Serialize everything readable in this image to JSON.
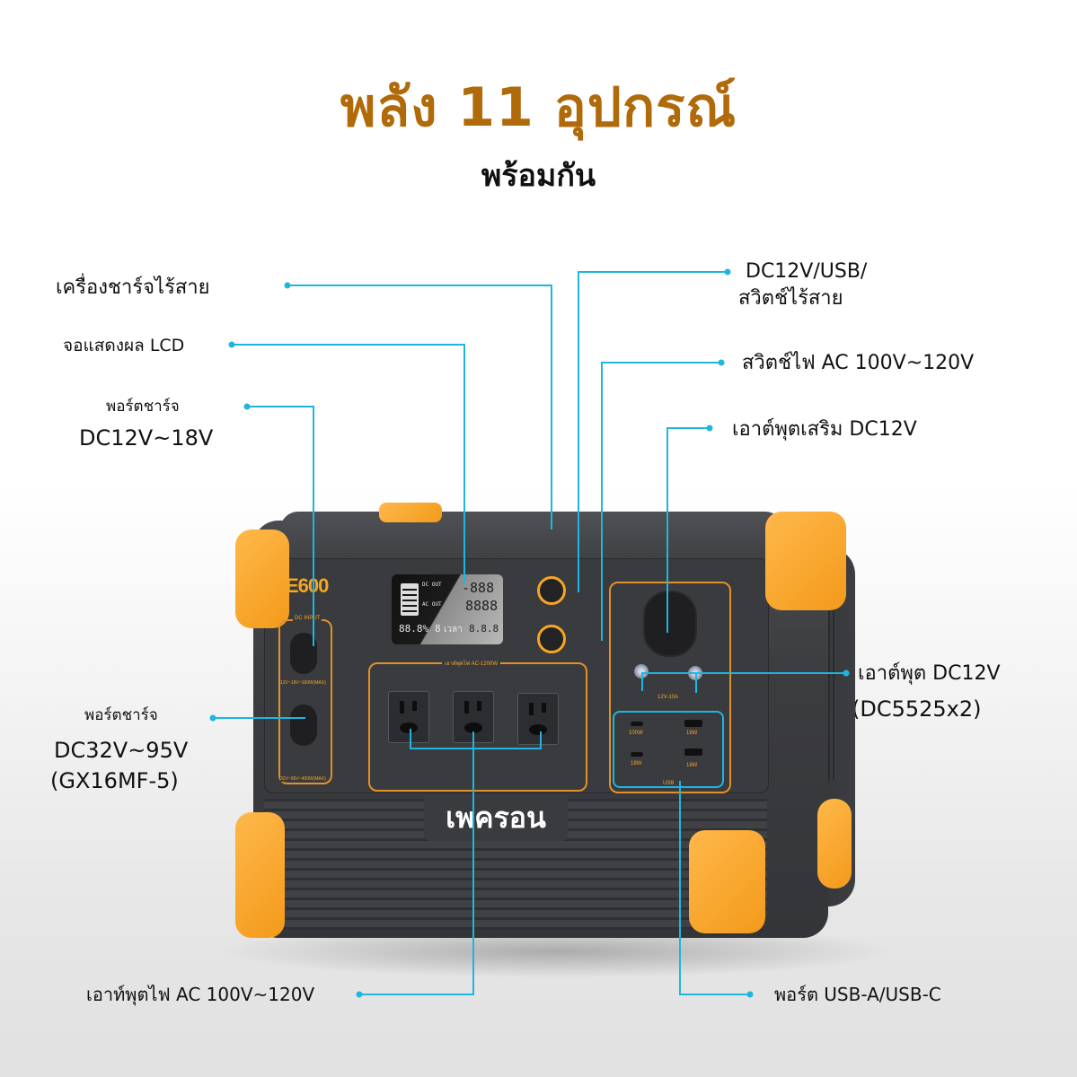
{
  "header": {
    "title": "พลัง 11 อุปกรณ์",
    "subtitle": "พร้อมกัน"
  },
  "callouts": {
    "wireless_charger": "เครื่องชาร์จไร้สาย",
    "lcd_display": "จอแสดงผล LCD",
    "charge_port_1": {
      "line1": "พอร์ตชาร์จ",
      "line2": "DC12V~18V"
    },
    "charge_port_2": {
      "line1": "พอร์ตชาร์จ",
      "line2": "DC32V~95V",
      "line3": "(GX16MF-5)"
    },
    "ac_outlet": "เอาท์พุตไฟ AC 100V~120V",
    "dc_usb_switch": {
      "line1": "DC12V/USB/",
      "line2": "สวิตช์ไร้สาย"
    },
    "ac_switch": "สวิตช์ไฟ AC 100V~120V",
    "dc_accessory": "เอาต์พุตเสริม DC12V",
    "dc_output": {
      "line1": "เอาต์พุต DC12V",
      "line2": "(DC5525x2)"
    },
    "usb_ports": "พอร์ต USB-A/USB-C"
  },
  "device": {
    "model": "E600",
    "brand_badge": "เพครอน",
    "lcd": {
      "battery": "88.8%",
      "digit": "8",
      "time_label": "เวลา",
      "time": "8.8.8",
      "watts": "-888",
      "volts": "8888",
      "dc_out": "DC OUT",
      "ac_out": "AC OUT"
    },
    "dc_input_label": "DC INPUT",
    "dc_input_spec_1": "12V~18V~160W(MAX)",
    "dc_input_spec_2": "32V~95V~400W(MAX)",
    "ac_panel_label": "เอาต์พุตไฟ AC-1200W",
    "dc_panel_label": "12V-10A",
    "usb_label": "USB",
    "usb_c1": "100W",
    "usb_c2": "18W",
    "usb_a1": "18W",
    "usb_a2": "18W"
  },
  "colors": {
    "title": "#B06A0A",
    "leader_line": "#1EB6E0",
    "accent_orange": "#F5A623",
    "device_body": "#3B3C3F"
  }
}
